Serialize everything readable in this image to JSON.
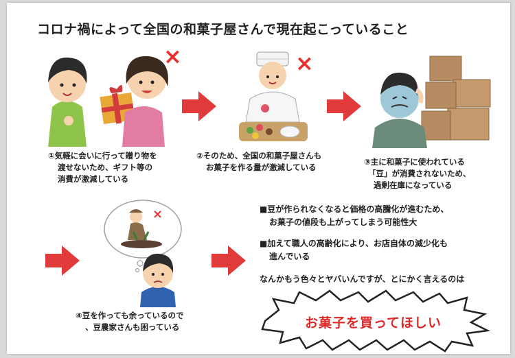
{
  "title": "コロナ禍によって全国の和菓子屋さんで現在起こっていること",
  "steps": [
    {
      "lines": [
        "①気軽に会いに行って贈り物を",
        "渡せないため、ギフト等の",
        "消費が激減している"
      ]
    },
    {
      "lines": [
        "②そのため、全国の和菓子屋さんも",
        "お菓子を作る量が激減している"
      ]
    },
    {
      "lines": [
        "③主に和菓子に使われている",
        "「豆」が消費されないため、",
        "過剰在庫になっている"
      ]
    },
    {
      "lines": [
        "④豆を作っても余っているので",
        "、豆農家さんも困っている"
      ]
    }
  ],
  "bullets": [
    {
      "lines": [
        "■豆が作られなくなると価格の高騰化が進むため、",
        "お菓子の値段も上がってしまう可能性大"
      ]
    },
    {
      "lines": [
        "■加えて職人の高齢化により、お店自体の減少化も",
        "進んでいる"
      ]
    }
  ],
  "lead_text": "なんかもう色々とヤバいんですが、とにかく言えるのは",
  "callout": "お菓子を買ってほしい",
  "x_mark": "×",
  "colors": {
    "arrow": "#e03a3a",
    "callout_text": "#e02828",
    "x_mark": "#e53131"
  },
  "icons": [
    "gift-giving-illustration",
    "confectioner-illustration",
    "worried-man-with-boxes-illustration",
    "farmer-thought-bubble-illustration",
    "red-arrow-icon",
    "red-x-icon",
    "burst-callout-shape"
  ]
}
